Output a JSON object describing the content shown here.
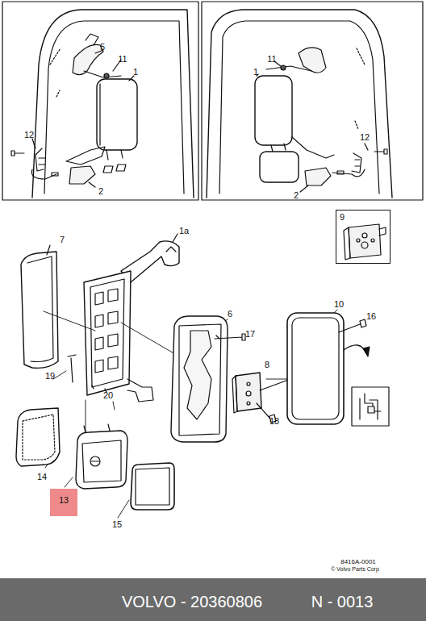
{
  "diagram": {
    "nodes": [
      {
        "text": [
          "5",
          "11",
          "1",
          "12",
          "2"
        ]
      },
      {
        "text": [
          "11",
          "1",
          "12",
          "2"
        ]
      },
      {
        "text": [
          "9"
        ]
      },
      {
        "text": [
          "13"
        ]
      },
      {
        "text": [
          "VOLVO - 20360806",
          "N - 0013"
        ]
      }
    ],
    "labels": [
      "1a",
      "7",
      "6",
      "17",
      "10",
      "16",
      "8",
      "19",
      "20",
      "18",
      "14",
      "15",
      "8416A-0001",
      "© Volvo Parts Corp"
    ]
  }
}
